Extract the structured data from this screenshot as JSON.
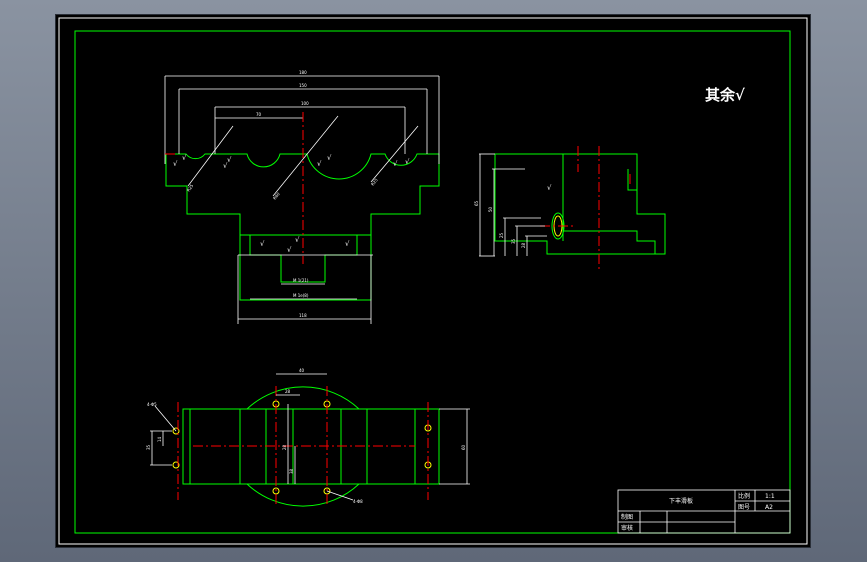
{
  "note": {
    "text": "其余√"
  },
  "front_view": {
    "dims": {
      "overall_width": "180",
      "mid_width": "150",
      "inner_width": "100",
      "offset": "70",
      "base_width": "118",
      "slot_inner": "M 1(21)",
      "slot_outer": "M 1e(8)"
    },
    "radius_labels": [
      "R25",
      "R60",
      "R25"
    ]
  },
  "side_view": {
    "dims": [
      "65",
      "50",
      "25",
      "35",
      "28"
    ]
  },
  "top_view": {
    "dims": {
      "hole_spacing": "40",
      "hole_offset": "28",
      "left_a": "14",
      "left_b": "35",
      "center_a": "28",
      "center_b": "38",
      "height": "60"
    },
    "hole_callouts": [
      "4-Φ5",
      "4-Φ8"
    ]
  },
  "title_block": {
    "part_name": "下丰滑板",
    "rows": [
      {
        "label": "比例",
        "value": "1:1"
      },
      {
        "label": "图号",
        "value": "A2"
      }
    ],
    "sign_rows": [
      "制图",
      "审核"
    ]
  }
}
